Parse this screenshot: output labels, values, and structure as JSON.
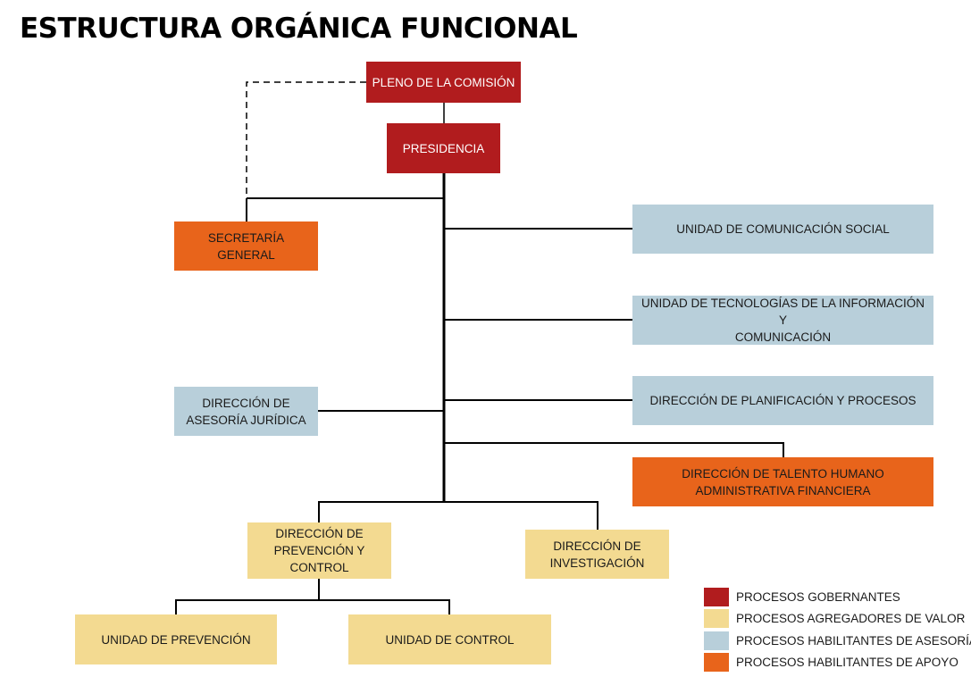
{
  "title": "ESTRUCTURA ORGÁNICA FUNCIONAL",
  "colors": {
    "gobernantes": "#b11c1e",
    "agregadores": "#f3da91",
    "asesoria": "#b8cfda",
    "apoyo": "#e8641b"
  },
  "nodes": {
    "pleno": "PLENO DE LA COMISIÓN",
    "presidencia": "PRESIDENCIA",
    "secretaria": "SECRETARÍA GENERAL",
    "comunicacion": "UNIDAD DE COMUNICACIÓN SOCIAL",
    "tecnologias": "UNIDAD DE TECNOLOGÍAS DE LA INFORMACIÓN Y\nCOMUNICACIÓN",
    "asesoria_juridica": "DIRECCIÓN DE\nASESORÍA JURÍDICA",
    "planificacion": "DIRECCIÓN DE PLANIFICACIÓN Y PROCESOS",
    "talento": "DIRECCIÓN DE TALENTO HUMANO\nADMINISTRATIVA FINANCIERA",
    "prevencion_control": "DIRECCIÓN DE\nPREVENCIÓN Y\nCONTROL",
    "investigacion": "DIRECCIÓN DE\nINVESTIGACIÓN",
    "unidad_prevencion": "UNIDAD DE PREVENCIÓN",
    "unidad_control": "UNIDAD DE CONTROL"
  },
  "legend": [
    {
      "label": "PROCESOS GOBERNANTES",
      "color": "#b11c1e"
    },
    {
      "label": "PROCESOS AGREGADORES DE VALOR",
      "color": "#f3da91"
    },
    {
      "label": "PROCESOS HABILITANTES DE ASESORÍA",
      "color": "#b8cfda"
    },
    {
      "label": "PROCESOS HABILITANTES DE APOYO",
      "color": "#e8641b"
    }
  ]
}
